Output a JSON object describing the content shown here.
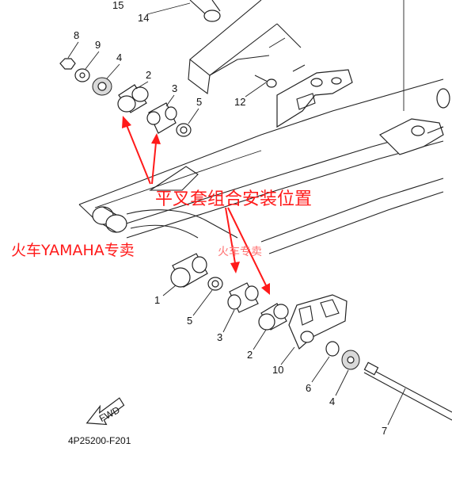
{
  "diagram": {
    "title_banner": "平叉套组合安装位置",
    "watermark_main": "火车YAMAHA专卖",
    "watermark_faint": "火车专卖",
    "catalog_code": "4P25200-F201",
    "fwd_label": "FWD",
    "colors": {
      "annotation_red": "#ff1a1a",
      "line_black": "#222222"
    },
    "callouts": {
      "c15": "15",
      "c14": "14",
      "c8": "8",
      "c9": "9",
      "c4a": "4",
      "c2a": "2",
      "c3a": "3",
      "c5a": "5",
      "c12": "12",
      "c1": "1",
      "c5b": "5",
      "c3b": "3",
      "c2b": "2",
      "c10": "10",
      "c6": "6",
      "c4b": "4",
      "c7": "7"
    }
  }
}
